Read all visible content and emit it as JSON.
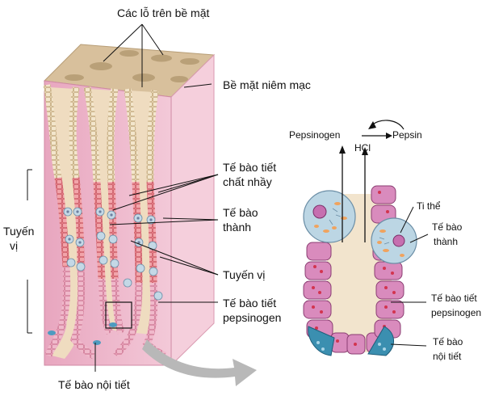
{
  "labels": {
    "surface_pores": "Các lỗ trên bề mặt",
    "mucosal_surface": "Bề mặt niêm mạc",
    "mucous_cells_1": "Tế bào tiết",
    "mucous_cells_2": "chất nhầy",
    "parietal_cells_left_1": "Tế bào",
    "parietal_cells_left_2": "thành",
    "gastric_gland_left_1": "Tuyến",
    "gastric_gland_left_2": "vị",
    "gastric_gland_mid": "Tuyến vị",
    "chief_cells_left_1": "Tế bào tiết",
    "chief_cells_left_2": "pepsinogen",
    "endocrine_cells_bottom": "Tế bào nội tiết",
    "pepsinogen": "Pepsinogen",
    "hcl": "HCl",
    "pepsin": "Pepsin",
    "mitochondria": "Ti thể",
    "parietal_cells_right_1": "Tế bào",
    "parietal_cells_right_2": "thành",
    "chief_cells_right_1": "Tế bào tiết",
    "chief_cells_right_2": "pepsinogen",
    "endocrine_cells_right_1": "Tế bào",
    "endocrine_cells_right_2": "nội tiết"
  },
  "colors": {
    "tissue_pink": "#f2c6d4",
    "tissue_pink_dark": "#e39ab4",
    "top_surface": "#d9c2a0",
    "lumen_beige": "#efe1c9",
    "mucous_red": "#e06a74",
    "chief_purple": "#c873b2",
    "parietal_blue": "#b6d0e0",
    "endocrine_teal": "#3b8fb0",
    "arrow_gray": "#b8b8b8"
  }
}
